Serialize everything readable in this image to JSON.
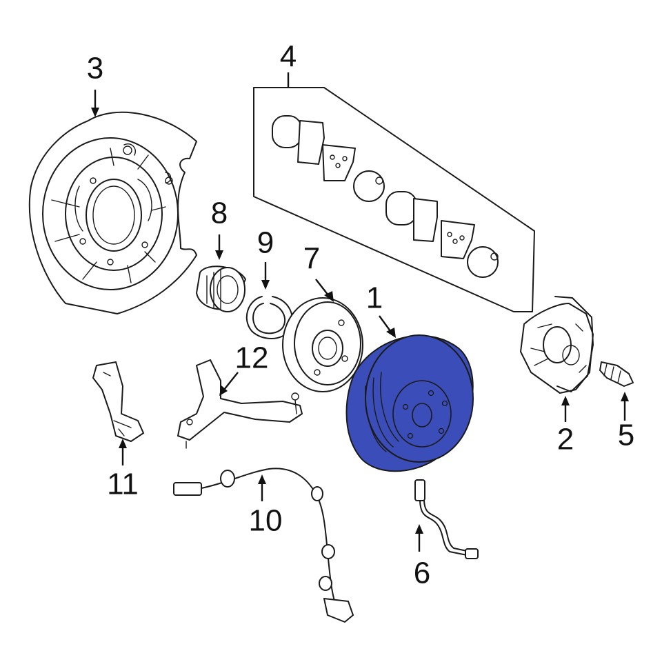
{
  "diagram": {
    "highlight_color": "#3b4db8",
    "callouts": [
      {
        "id": "1",
        "label": "1"
      },
      {
        "id": "2",
        "label": "2"
      },
      {
        "id": "3",
        "label": "3"
      },
      {
        "id": "4",
        "label": "4"
      },
      {
        "id": "5",
        "label": "5"
      },
      {
        "id": "6",
        "label": "6"
      },
      {
        "id": "7",
        "label": "7"
      },
      {
        "id": "8",
        "label": "8"
      },
      {
        "id": "9",
        "label": "9"
      },
      {
        "id": "10",
        "label": "10"
      },
      {
        "id": "11",
        "label": "11"
      },
      {
        "id": "12",
        "label": "12"
      }
    ],
    "highlighted_part": "1"
  }
}
